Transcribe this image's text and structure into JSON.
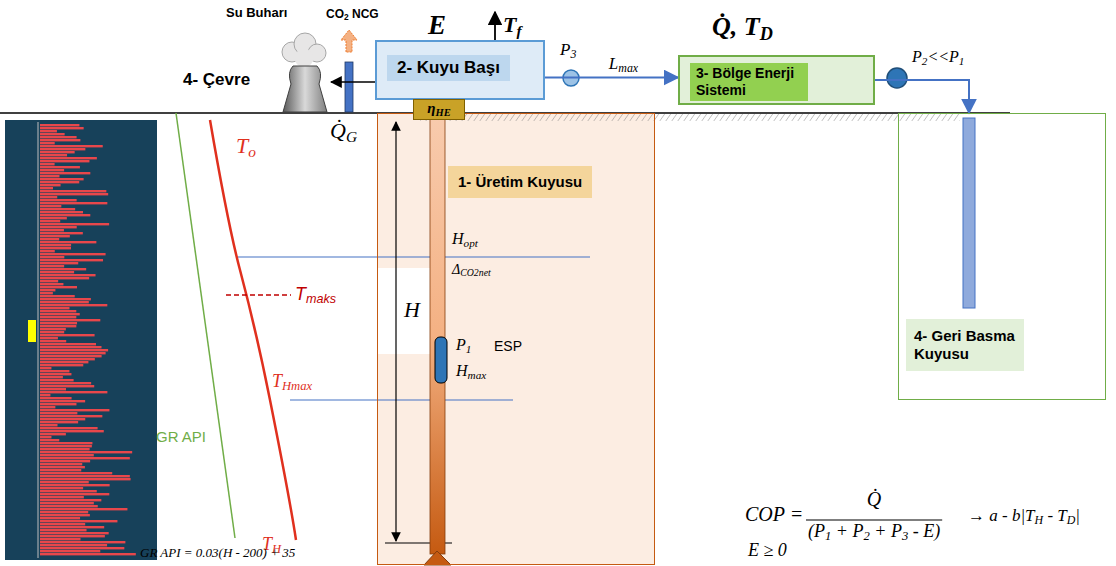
{
  "diagram": {
    "nodes": [
      {
        "text": [
          "2- Kuyu Başı"
        ]
      },
      {
        "text": [
          "3- Bölge Enerji Sistemi"
        ]
      },
      {
        "text": [
          "ηHE"
        ]
      },
      {
        "text": [
          "1- Üretim Kuyusu"
        ]
      },
      {
        "text": [
          "4- Geri Basma Kuyusu"
        ]
      }
    ],
    "edges": [
      {
        "from": 0,
        "to": 1,
        "label": "Lmax",
        "arrow": "to"
      },
      {
        "from": 1,
        "to": 4,
        "arrow": "to"
      }
    ],
    "labels": [
      "Su Buharı",
      "CO2 NCG",
      "E",
      "Tf",
      "P3",
      "Q̇, TD",
      "P2<<P1",
      "4- Çevre",
      "Q̇G",
      "To",
      "Hopt",
      "ΔCO2net",
      "Tmaks",
      "H",
      "P1",
      "ESP",
      "Hmax",
      "THmax",
      "TH",
      "GR API",
      "GR API = 0.03(H - 200) + 35",
      "COP =",
      "Q̇",
      "(P1 + P2 + P3 - E)",
      "→ a - b|TH - TD|",
      "E ≥ 0"
    ]
  }
}
